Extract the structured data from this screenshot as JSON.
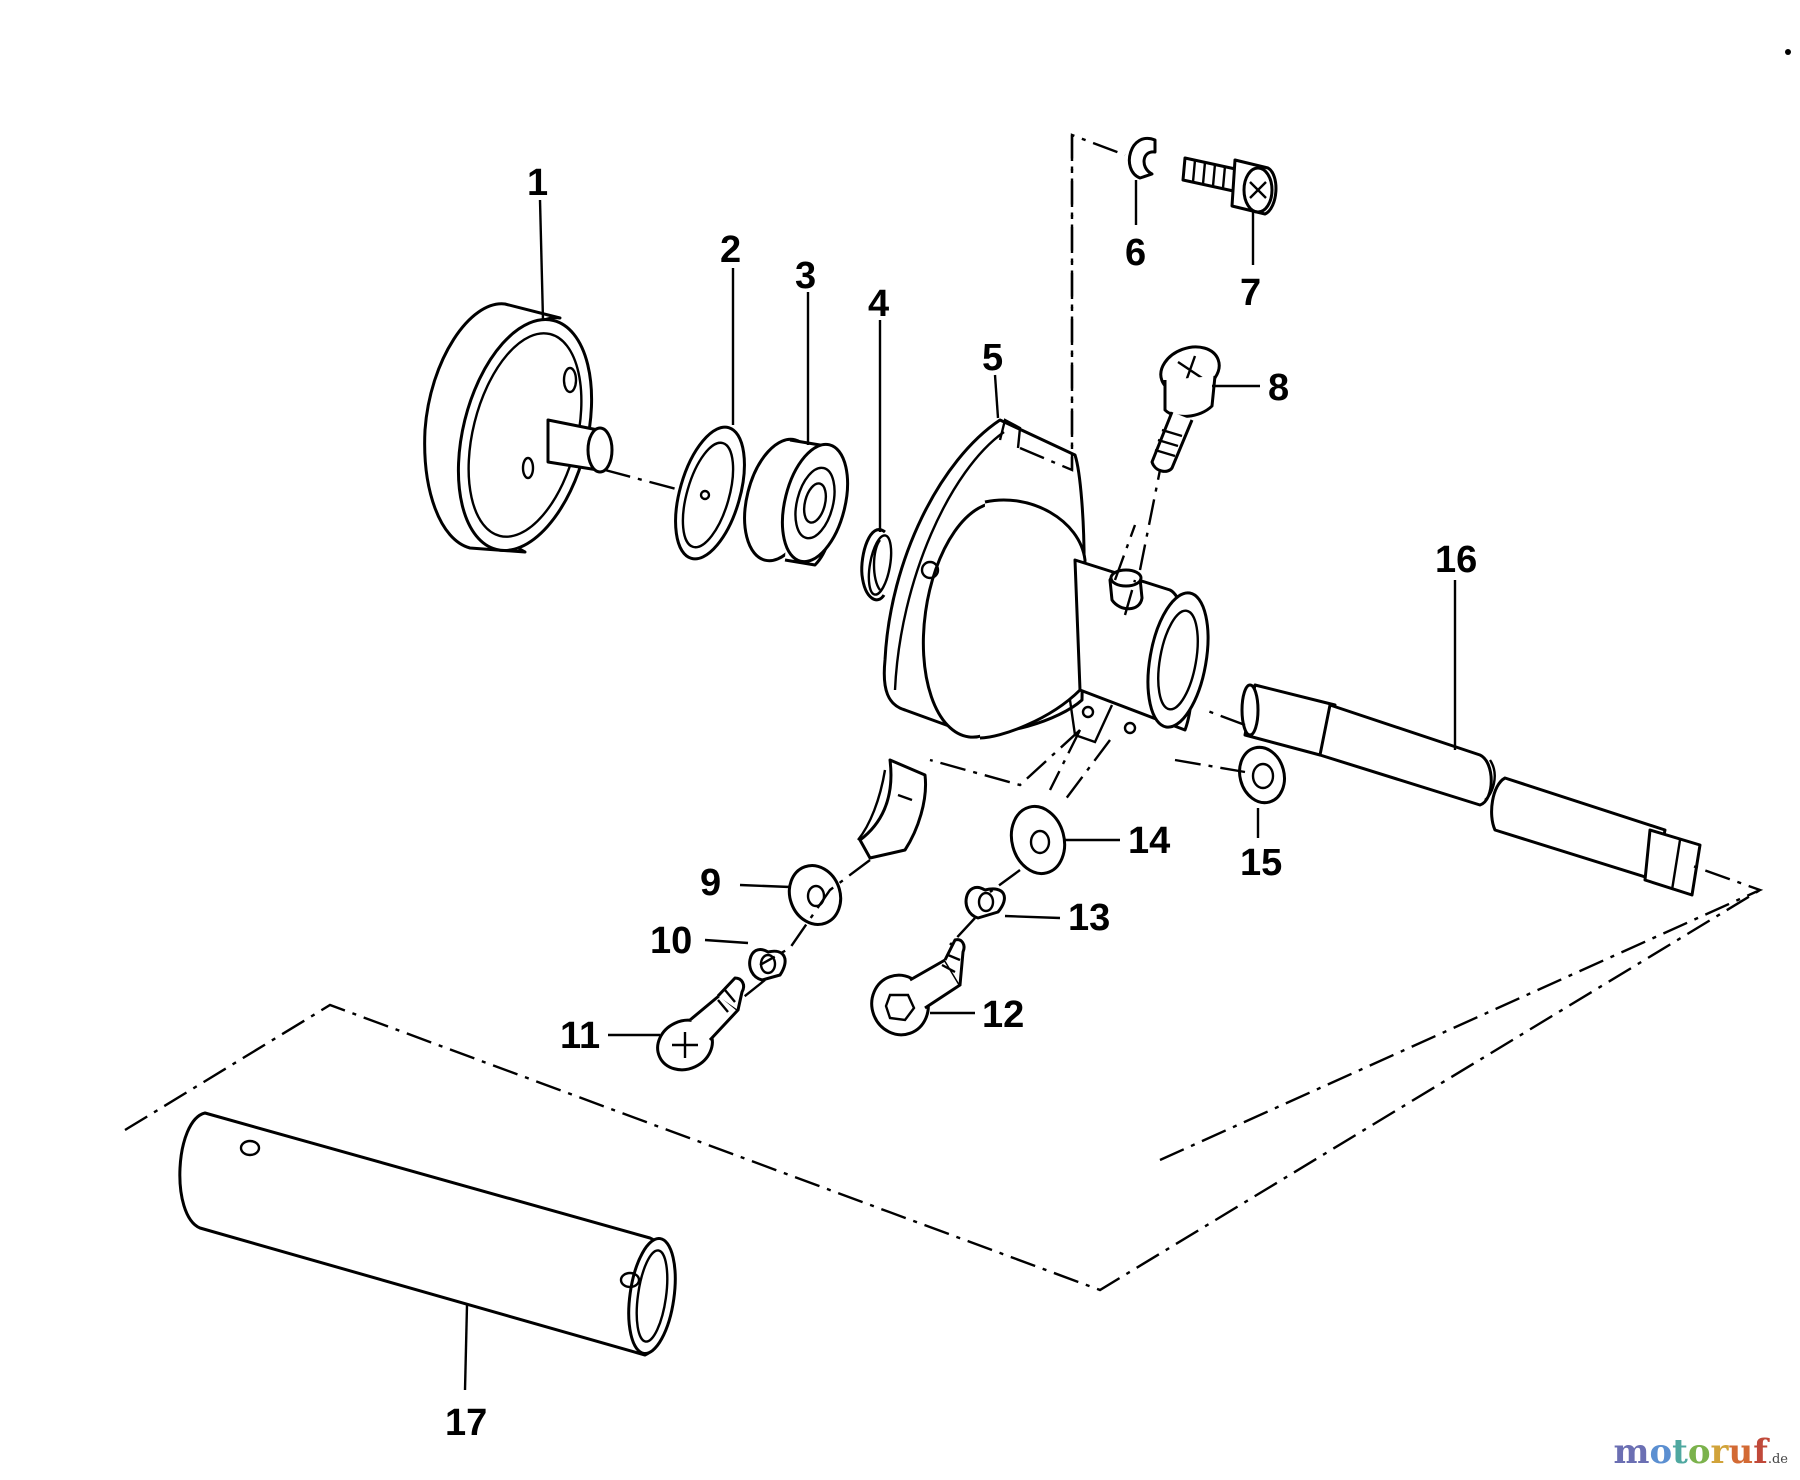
{
  "callouts": {
    "p1": "1",
    "p2": "2",
    "p3": "3",
    "p4": "4",
    "p5": "5",
    "p6": "6",
    "p7": "7",
    "p8": "8",
    "p9": "9",
    "p10": "10",
    "p11": "11",
    "p12": "12",
    "p13": "13",
    "p14": "14",
    "p15": "15",
    "p16": "16",
    "p17": "17"
  },
  "watermark": {
    "letters": [
      "m",
      "o",
      "t",
      "o",
      "r",
      "u",
      "f"
    ],
    "colors": [
      "#6b6fb3",
      "#5b8fd1",
      "#4fa8a0",
      "#7bb24c",
      "#d1a33a",
      "#d36a34",
      "#c0493a"
    ],
    "suffix": ".de"
  }
}
